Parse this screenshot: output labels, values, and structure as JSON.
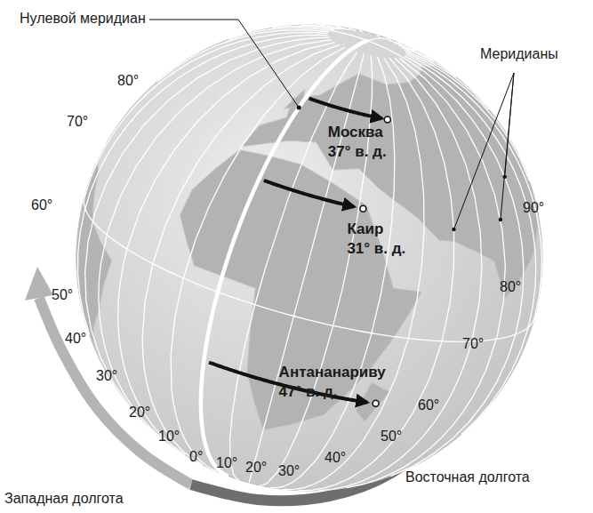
{
  "diagram": {
    "labels": [
      "Нулевой меридиан",
      "Меридианы",
      "Москва",
      "37° в. д.",
      "Каир",
      "31° в. д.",
      "Антананариву",
      "47° в. д.",
      "80°",
      "70°",
      "60°",
      "50°",
      "40°",
      "30°",
      "20°",
      "10°",
      "0°",
      "10°",
      "20°",
      "30°",
      "40°",
      "50°",
      "60°",
      "70°",
      "80°",
      "90°",
      "Западная долгота",
      "Восточная долгота"
    ]
  }
}
